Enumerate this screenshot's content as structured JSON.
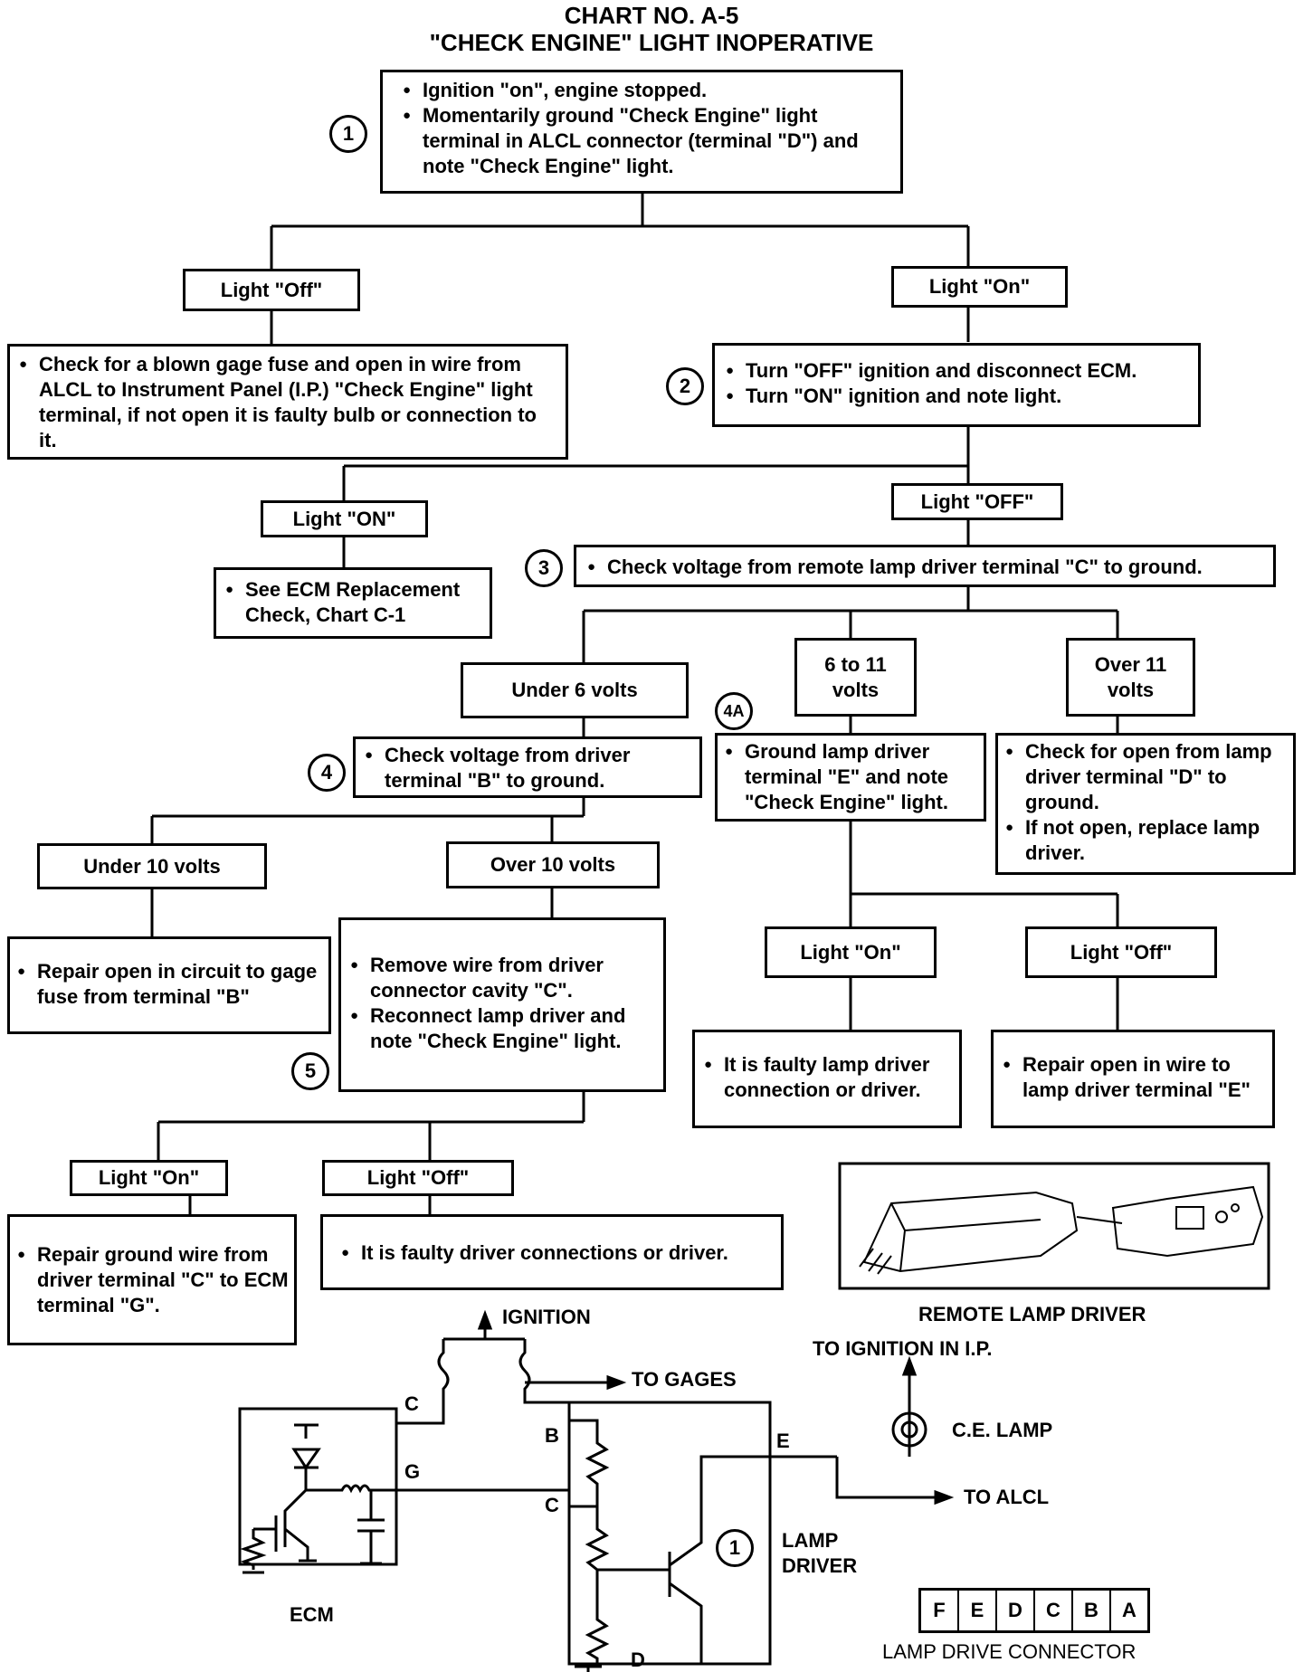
{
  "title": {
    "line1": "CHART NO. A-5",
    "line2": "\"CHECK ENGINE\" LIGHT INOPERATIVE"
  },
  "steps": {
    "s1": "1",
    "s2": "2",
    "s3": "3",
    "s4": "4",
    "s4a": "4A",
    "s5": "5"
  },
  "boxes": {
    "start": [
      "Ignition \"on\", engine stopped.",
      "Momentarily ground \"Check Engine\" light terminal in ALCL connector (terminal \"D\") and note \"Check Engine\" light."
    ],
    "light_off_1": "Light \"Off\"",
    "light_on_1": "Light \"On\"",
    "check_fuse": [
      "Check for a blown gage fuse and open in wire from ALCL to Instrument Panel (I.P.) \"Check Engine\" light terminal, if not open it is faulty bulb or connection to it."
    ],
    "step2": [
      "Turn \"OFF\" ignition and disconnect ECM.",
      "Turn \"ON\" ignition and note light."
    ],
    "light_on_2": "Light \"ON\"",
    "light_off_2": "Light \"OFF\"",
    "ecm_replace": [
      "See ECM Replacement Check, Chart C-1"
    ],
    "step3": [
      "Check voltage from remote lamp driver terminal \"C\" to ground."
    ],
    "under6": "Under 6 volts",
    "v6to11": "6 to 11 volts",
    "over11": "Over 11 volts",
    "step4": [
      "Check voltage from driver terminal \"B\" to ground."
    ],
    "step4a": [
      "Ground lamp driver terminal \"E\" and note \"Check Engine\" light."
    ],
    "over11_action": [
      "Check for open from lamp driver terminal \"D\" to ground.",
      "If not open, replace lamp driver."
    ],
    "under10": "Under 10 volts",
    "over10": "Over 10 volts",
    "repair_b": [
      "Repair open in circuit to gage fuse from terminal \"B\""
    ],
    "step5": [
      "Remove wire from driver connector cavity \"C\".",
      "Reconnect lamp driver and note \"Check Engine\" light."
    ],
    "light_on_4a": "Light \"On\"",
    "light_off_4a": "Light \"Off\"",
    "faulty_lamp_driver": [
      "It is faulty lamp driver connection or driver."
    ],
    "repair_e": [
      "Repair open in wire to lamp driver terminal \"E\""
    ],
    "light_on_5": "Light \"On\"",
    "light_off_5": "Light \"Off\"",
    "repair_ground": [
      "Repair ground wire from driver terminal \"C\" to ECM terminal \"G\"."
    ],
    "faulty_driver_conn": [
      "It is faulty driver connections or driver."
    ]
  },
  "schematic": {
    "ignition": "IGNITION",
    "to_gages": "TO GAGES",
    "to_ignition_ip": "TO IGNITION IN I.P.",
    "ce_lamp": "C.E. LAMP",
    "to_alcl": "TO ALCL",
    "ecm": "ECM",
    "lamp_driver": [
      "LAMP",
      "DRIVER"
    ],
    "driver_number": "1",
    "terminals": {
      "C_ecm": "C",
      "G": "G",
      "B": "B",
      "C_drv": "C",
      "E": "E",
      "D": "D"
    },
    "remote_lamp_driver": "REMOTE LAMP DRIVER",
    "connector_pins": [
      "F",
      "E",
      "D",
      "C",
      "B",
      "A"
    ],
    "connector_label": "LAMP DRIVE CONNECTOR"
  }
}
